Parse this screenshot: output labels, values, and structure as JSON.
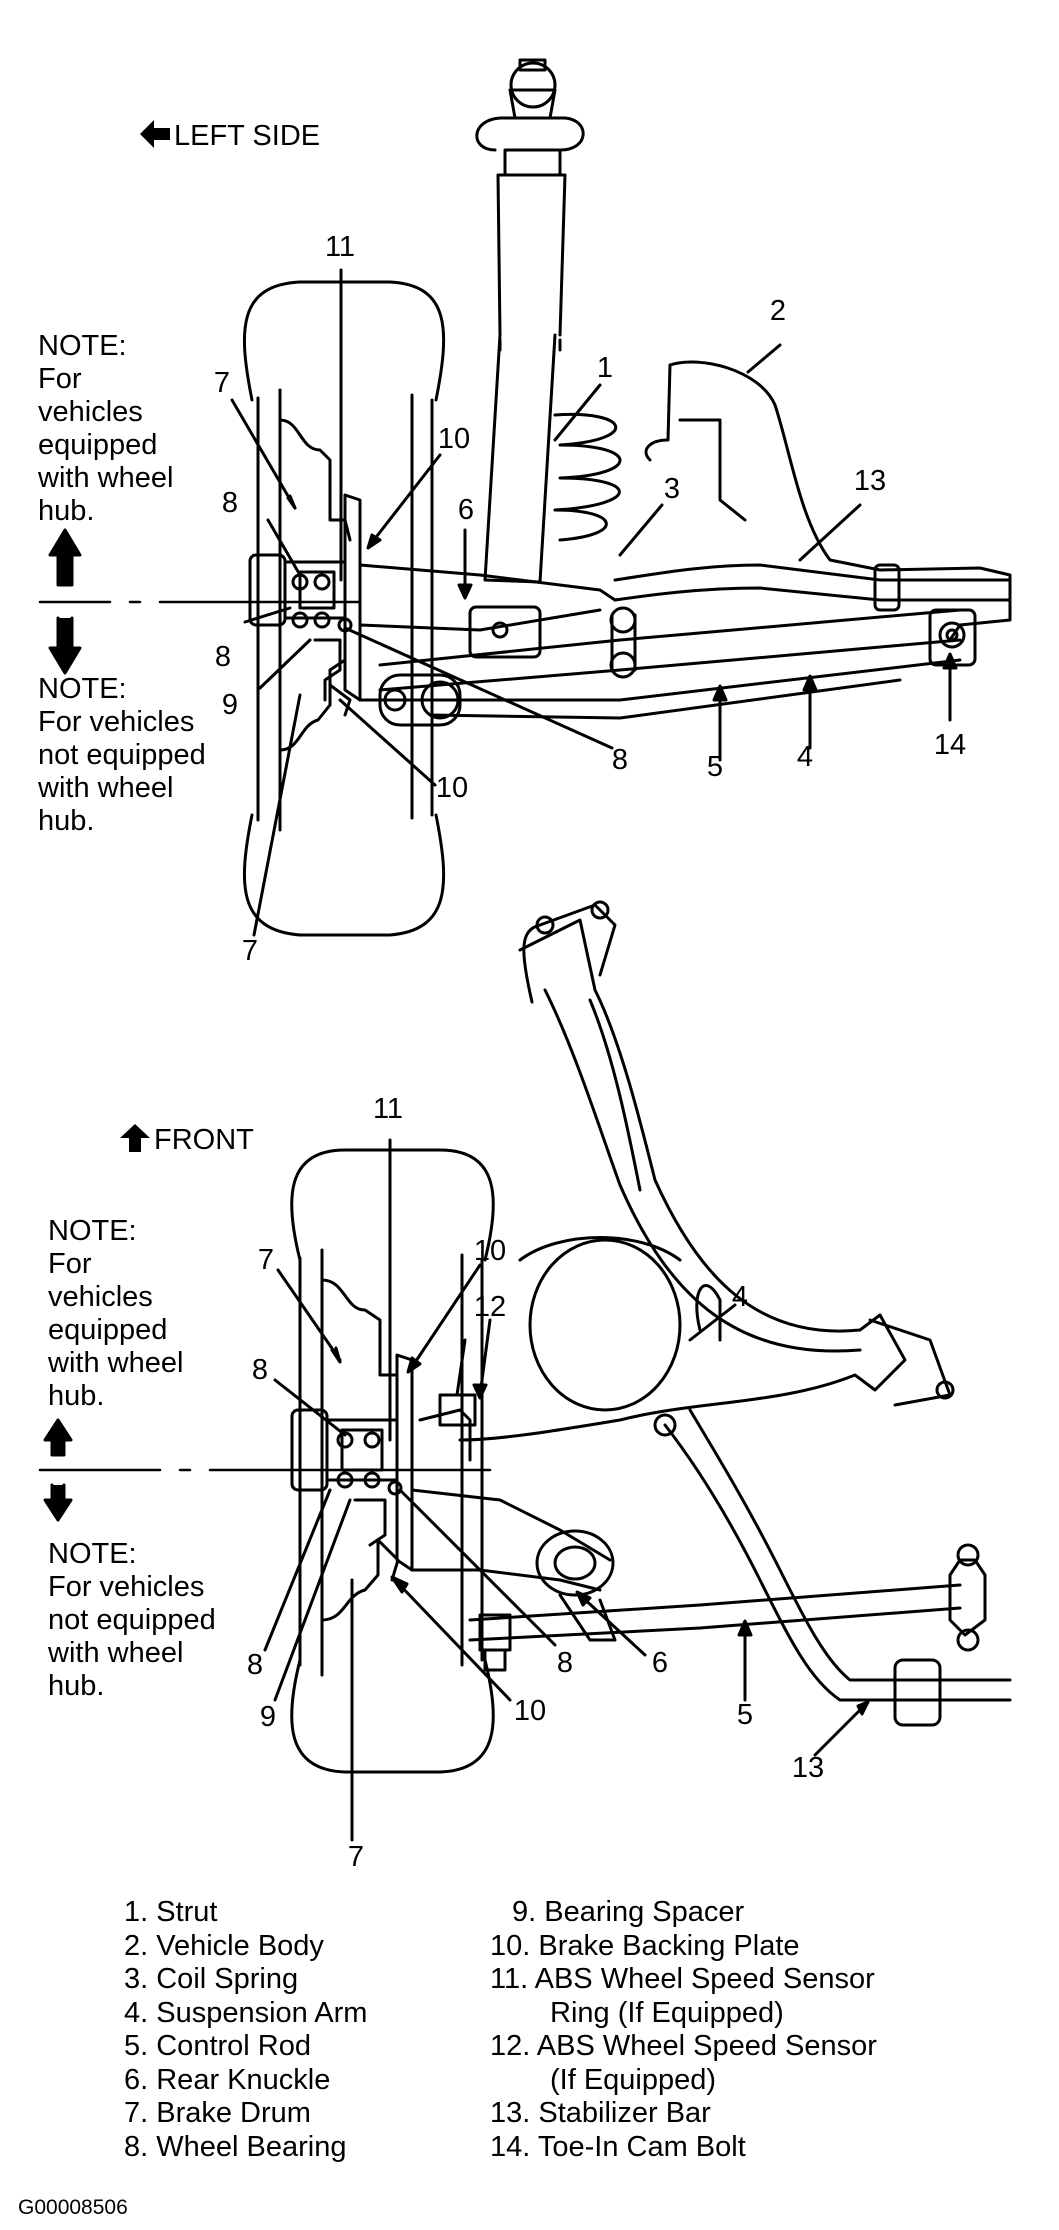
{
  "top_view": {
    "direction_label": "LEFT SIDE",
    "note_equipped": [
      "NOTE:",
      "For",
      "vehicles",
      "equipped",
      "with wheel",
      "hub."
    ],
    "note_not_equipped": [
      "NOTE:",
      "For vehicles",
      "not equipped",
      "with wheel",
      "hub."
    ],
    "callouts": {
      "c11": "11",
      "c7a": "7",
      "c10a": "10",
      "c8a": "8",
      "c6": "6",
      "c1": "1",
      "c2": "2",
      "c3": "3",
      "c13": "13",
      "c8b": "8",
      "c9": "9",
      "c8c": "8",
      "c10b": "10",
      "c5": "5",
      "c4": "4",
      "c14": "14",
      "c7b": "7"
    }
  },
  "bottom_view": {
    "direction_label": "FRONT",
    "note_equipped": [
      "NOTE:",
      "For",
      "vehicles",
      "equipped",
      "with wheel",
      "hub."
    ],
    "note_not_equipped": [
      "NOTE:",
      "For vehicles",
      "not equipped",
      "with wheel",
      "hub."
    ],
    "callouts": {
      "c11": "11",
      "c7a": "7",
      "c10a": "10",
      "c12": "12",
      "c8a": "8",
      "c4": "4",
      "c8b": "8",
      "c9": "9",
      "c8c": "8",
      "c6": "6",
      "c10b": "10",
      "c5": "5",
      "c13": "13",
      "c7b": "7"
    }
  },
  "legend": {
    "left": [
      "1. Strut",
      "2. Vehicle Body",
      "3. Coil Spring",
      "4. Suspension Arm",
      "5. Control Rod",
      "6. Rear Knuckle",
      "7. Brake Drum",
      "8. Wheel Bearing"
    ],
    "right": [
      "9. Bearing Spacer",
      "10. Brake Backing Plate",
      "11. ABS Wheel Speed Sensor",
      "Ring (If Equipped)",
      "12. ABS Wheel Speed Sensor",
      "(If Equipped)",
      "13. Stabilizer Bar",
      "14. Toe-In Cam Bolt"
    ]
  },
  "figure_id": "G00008506"
}
